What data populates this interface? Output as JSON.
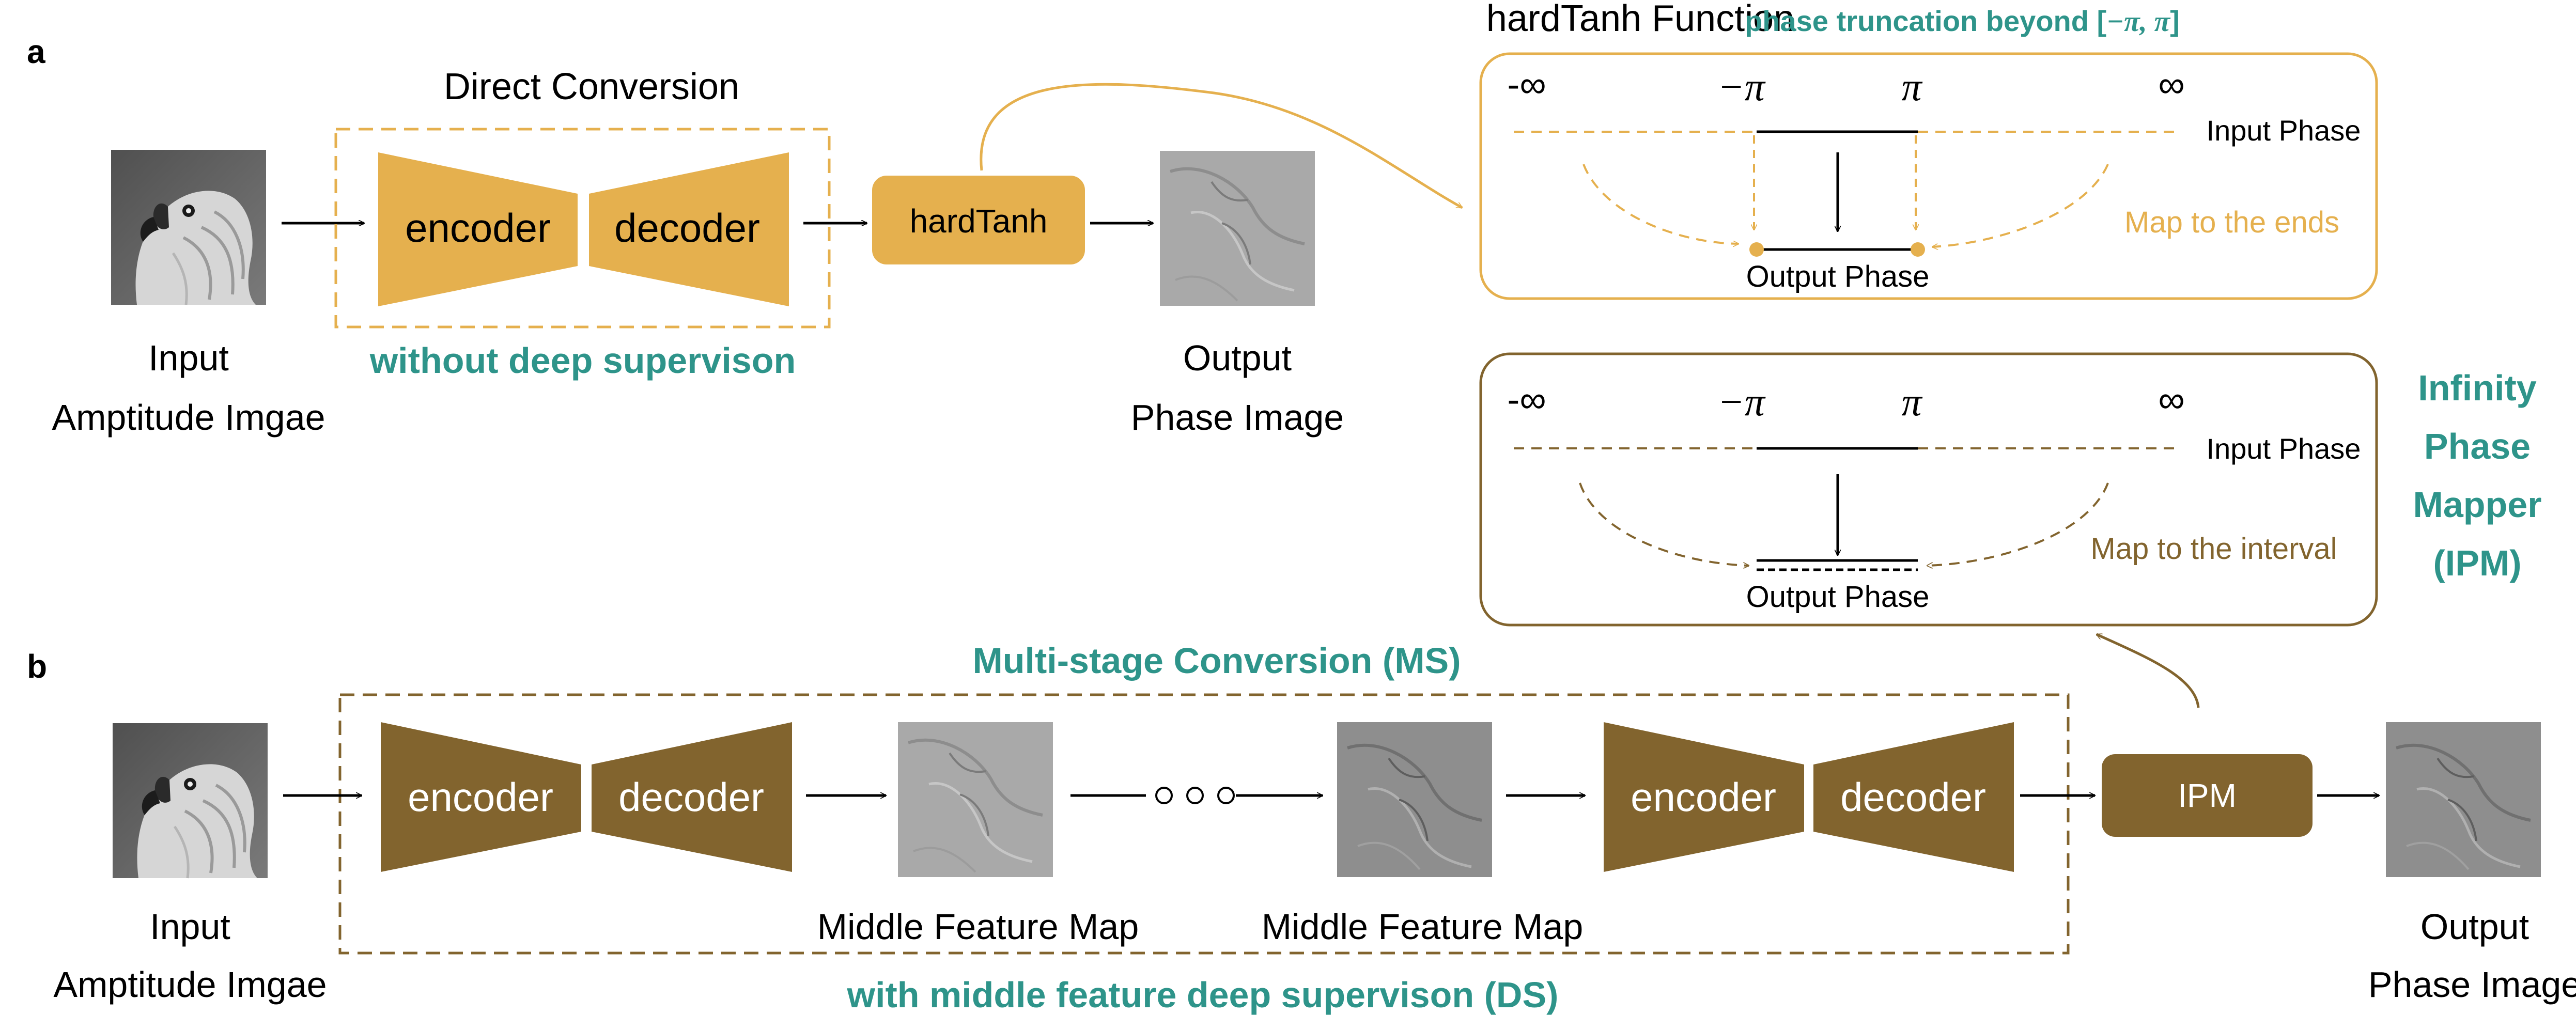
{
  "colors": {
    "gold": "#E5B04E",
    "brown": "#82642E",
    "teal": "#2E948A",
    "black": "#000000",
    "white": "#FFFFFF"
  },
  "panel_a": {
    "label": "a",
    "input_label_1": "Input",
    "input_label_2": "Amptitude Imgae",
    "section_title": "Direct Conversion",
    "encoder": "encoder",
    "decoder": "decoder",
    "caption": "without deep supervison",
    "activation": "hardTanh",
    "output_label_1": "Output",
    "output_label_2": "Phase Image"
  },
  "hardtanh_box": {
    "title": "hardTanh Function",
    "note_prefix": "phase truncation beyond [",
    "note_range": "−π, π",
    "note_suffix": "]",
    "neg_inf": "-∞",
    "neg_pi": "−π",
    "pi": "π",
    "inf": "∞",
    "input_phase": "Input Phase",
    "output_phase": "Output Phase",
    "mapping": "Map to the ends"
  },
  "ipm_box": {
    "neg_inf": "-∞",
    "neg_pi": "−π",
    "pi": "π",
    "inf": "∞",
    "input_phase": "Input Phase",
    "output_phase": "Output Phase",
    "mapping": "Map to the interval",
    "title_1": "Infinity",
    "title_2": "Phase",
    "title_3": "Mapper",
    "title_4": "(IPM)"
  },
  "panel_b": {
    "label": "b",
    "section_title": "Multi-stage Conversion (MS)",
    "input_label_1": "Input",
    "input_label_2": "Amptitude Imgae",
    "encoder_1": "encoder",
    "decoder_1": "decoder",
    "middle_1": "Middle Feature Map",
    "middle_2": "Middle Feature Map",
    "encoder_2": "encoder",
    "decoder_2": "decoder",
    "ipm": "IPM",
    "output_label_1": "Output",
    "output_label_2": "Phase Image",
    "caption": "with middle feature deep supervison (DS)"
  }
}
